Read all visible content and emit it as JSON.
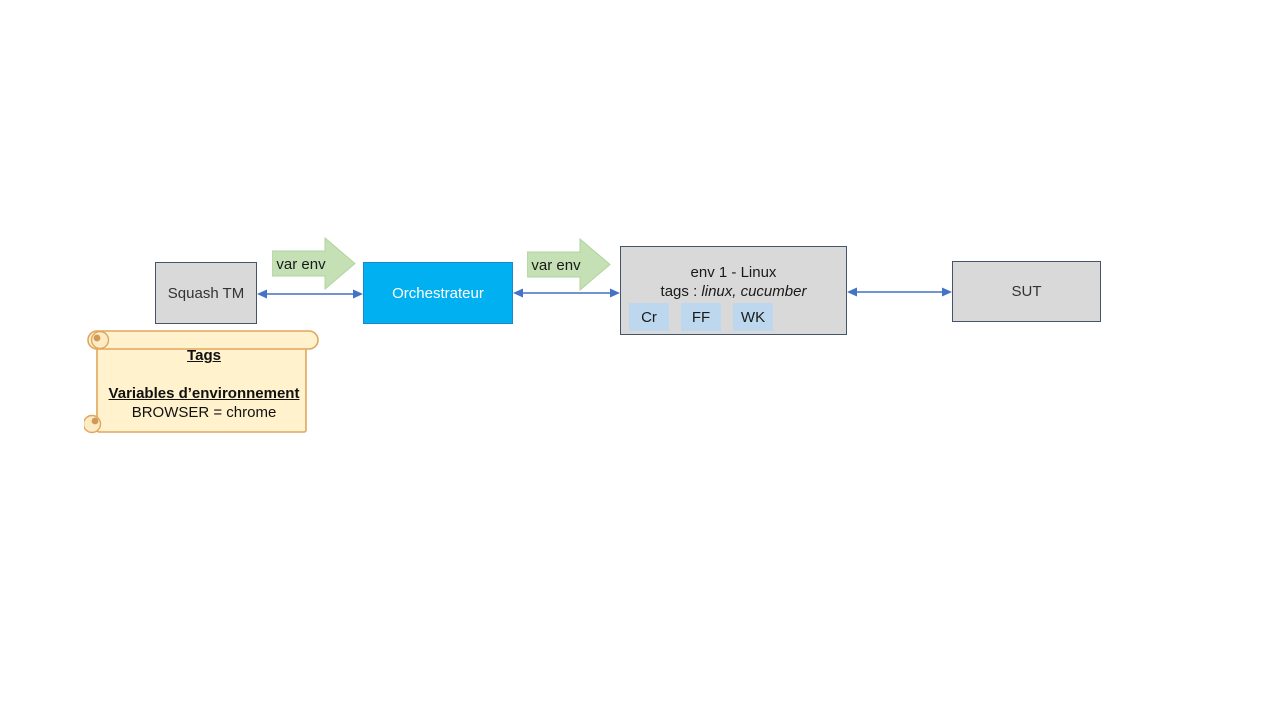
{
  "diagram": {
    "nodes": {
      "squash_tm": {
        "label": "Squash TM"
      },
      "orchestrateur": {
        "label": "Orchestrateur"
      },
      "env": {
        "title": "env 1 - Linux",
        "tags_label": "tags : ",
        "tags_value": "linux, cucumber",
        "chips": [
          "Cr",
          "FF",
          "WK"
        ]
      },
      "sut": {
        "label": "SUT"
      }
    },
    "flow_labels": {
      "left": "var env",
      "right": "var env"
    },
    "note": {
      "heading1": "Tags",
      "heading2": "Variables d’environnement",
      "line1": "BROWSER = chrome"
    },
    "colors": {
      "connector_blue": "#4472C4",
      "node_gray_fill": "#D9D9D9",
      "node_border": "#44546A",
      "orchestrateur_fill": "#00B0F0",
      "orchestrateur_border": "#1C86C8",
      "chip_blue": "#BDD7EE",
      "arrow_green_fill": "#C5E0B4",
      "arrow_green_border": "#AFD59B",
      "note_fill": "#FFF2CC",
      "note_border": "#E0A65F",
      "note_curl_shadow": "#D09A56"
    }
  }
}
